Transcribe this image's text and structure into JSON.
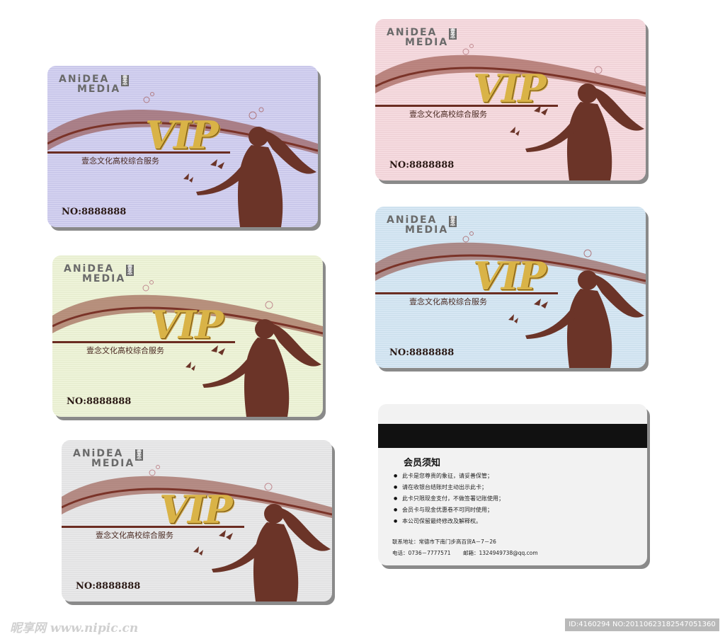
{
  "cards": [
    {
      "id": "purple",
      "bg": "#cfcdf0",
      "logo_line1": "ANiDEA",
      "logo_line2": "MEDIA",
      "seal": "壹念",
      "vip": "VIP",
      "subtitle": "壹念文化高校综合服务",
      "number": "NO:8888888"
    },
    {
      "id": "pink",
      "bg": "#f6d8dd",
      "logo_line1": "ANiDEA",
      "logo_line2": "MEDIA",
      "seal": "壹念",
      "vip": "VIP",
      "subtitle": "壹念文化高校综合服务",
      "number": "NO:8888888"
    },
    {
      "id": "green",
      "bg": "#eef4d6",
      "logo_line1": "ANiDEA",
      "logo_line2": "MEDIA",
      "seal": "壹念",
      "vip": "VIP",
      "subtitle": "壹念文化高校综合服务",
      "number": "NO:8888888"
    },
    {
      "id": "blue",
      "bg": "#d3e6f4",
      "logo_line1": "ANiDEA",
      "logo_line2": "MEDIA",
      "seal": "壹念",
      "vip": "VIP",
      "subtitle": "壹念文化高校综合服务",
      "number": "NO:8888888"
    },
    {
      "id": "grey",
      "bg": "#e7e7e8",
      "logo_line1": "ANiDEA",
      "logo_line2": "MEDIA",
      "seal": "壹念",
      "vip": "VIP",
      "subtitle": "壹念文化高校综合服务",
      "number": "NO:8888888"
    }
  ],
  "back": {
    "title": "会员须知",
    "items": [
      "此卡是您尊贵的象征，请妥善保管；",
      "请在收银台结账时主动出示此卡；",
      "此卡只限现金支付，不做签署记账使用；",
      "会员卡与现金优惠卷不可同时使用；",
      "本公司保留最终修改及解释权。"
    ],
    "address": "联系地址：常德市下南门步高百货A－7－26",
    "phone": "电话：0736－7777571",
    "email": "邮箱：1324949738@qq.com"
  },
  "watermarks": {
    "left": "昵享网 www.nipic.cn",
    "right": "ID:4160294 NO:20110623182547051360"
  },
  "colors": {
    "brown": "#6b2d22",
    "gold": "#d9b347",
    "shadow": "#8a8a8a"
  }
}
